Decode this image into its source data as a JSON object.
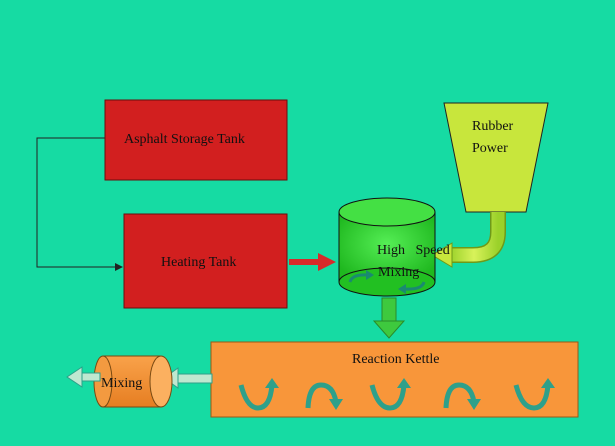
{
  "labels": {
    "asphalt_tank": "Asphalt Storage Tank",
    "heating_tank": "Heating Tank",
    "rubber_line1": "Rubber",
    "rubber_line2": "Power",
    "mixer_line1": "High   Speed",
    "mixer_line2": "Mixing",
    "reaction_kettle": "Reaction Kettle",
    "output_mixing": "Mixing"
  },
  "colors": {
    "background": "#16dba3",
    "tank_red": "#d21f1f",
    "hopper_lime": "#c8e63c",
    "mixer_green": "#2fd52f",
    "kettle_orange": "#f8963a",
    "flow_red_arrow": "#d82a2a",
    "flow_green_arrow": "#3ec93e",
    "stir_teal": "#2ea08a"
  }
}
